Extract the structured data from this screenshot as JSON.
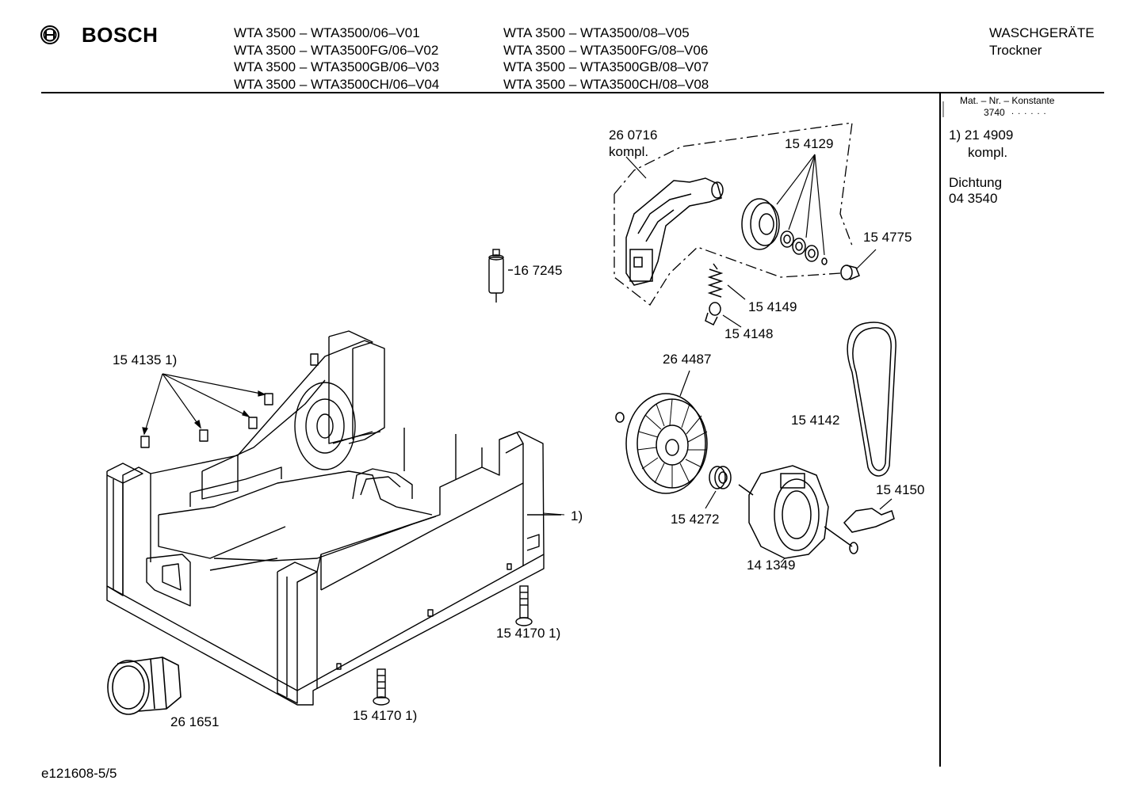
{
  "header": {
    "brand": "BOSCH",
    "models_left": [
      "WTA 3500 – WTA3500/06–V01",
      "WTA 3500 – WTA3500FG/06–V02",
      "WTA 3500 – WTA3500GB/06–V03",
      "WTA 3500 – WTA3500CH/06–V04"
    ],
    "models_right": [
      "WTA 3500 – WTA3500/08–V05",
      "WTA 3500 – WTA3500FG/08–V06",
      "WTA 3500 – WTA3500GB/08–V07",
      "WTA 3500 – WTA3500CH/08–V08"
    ],
    "category": "WASCHGERÄTE",
    "subcategory": "Trockner"
  },
  "sidebar": {
    "mat_label": "Mat. – Nr. – Konstante",
    "mat_value": "3740",
    "mat_dots": ". . . . . .",
    "note_ref": "1) 21 4909",
    "note_kompl": "kompl.",
    "seal_label": "Dichtung",
    "seal_number": "04 3540"
  },
  "parts": {
    "p260716": "26 0716",
    "p260716_kompl": "kompl.",
    "p154129": "15 4129",
    "p154775": "15 4775",
    "p167245": "16 7245",
    "p154149": "15 4149",
    "p154148": "15 4148",
    "p154135": "15 4135 1)",
    "p264487": "26 4487",
    "p154142": "15 4142",
    "p154150": "15 4150",
    "p154272": "15 4272",
    "p141349": "14 1349",
    "ref1": "1)",
    "p154170_a": "15 4170 1)",
    "p154170_b": "15 4170 1)",
    "p261651": "26 1651"
  },
  "footer": {
    "doc_id": "e121608-5/5"
  }
}
